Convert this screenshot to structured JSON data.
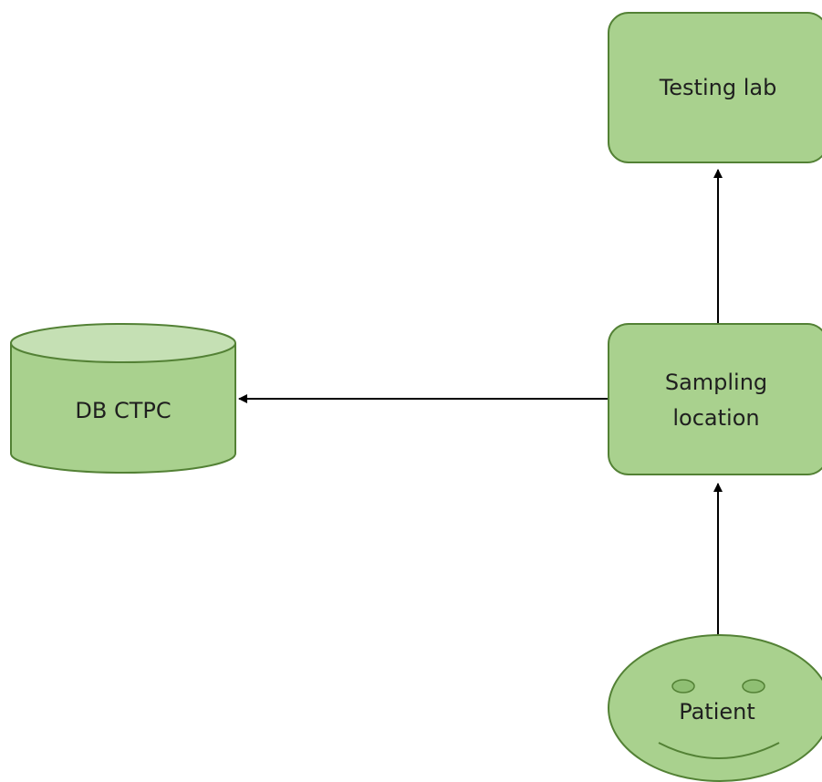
{
  "colors": {
    "fill": "#a9d18e",
    "fill_light": "#c5e0b4",
    "stroke": "#538135",
    "eye_fill": "#8fbf73",
    "arrow": "#000000"
  },
  "nodes": {
    "testing_lab": {
      "label": "Testing lab"
    },
    "sampling_location": {
      "label_line1": "Sampling",
      "label_line2": "location"
    },
    "db_ctpc": {
      "label": "DB CTPC"
    },
    "patient": {
      "label": "Patient"
    }
  },
  "edges": [
    {
      "from": "patient",
      "to": "sampling_location"
    },
    {
      "from": "sampling_location",
      "to": "testing_lab"
    },
    {
      "from": "sampling_location",
      "to": "db_ctpc"
    }
  ]
}
